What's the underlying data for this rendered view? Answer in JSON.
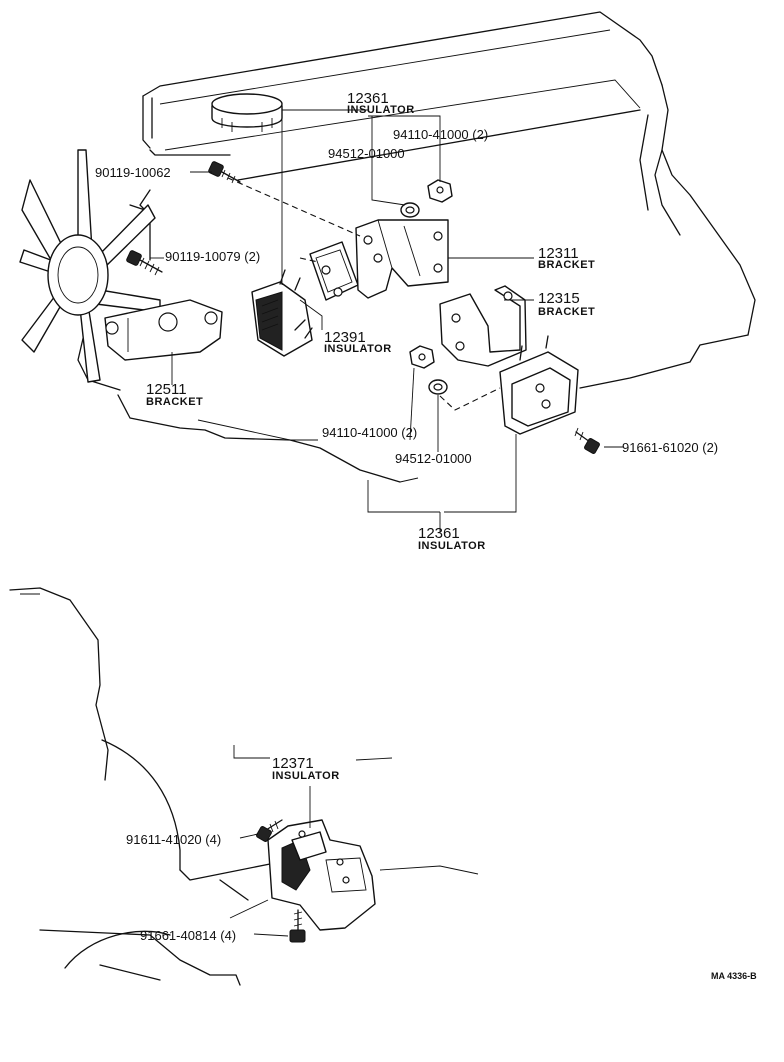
{
  "diagram_ref": "MA 4336-B",
  "labels": {
    "ins_12361_top": {
      "number": "12361",
      "name": "INSULATOR"
    },
    "nut_top": {
      "number": "94110-41000 (2)"
    },
    "washer_top": {
      "number": "94512-01000"
    },
    "bolt_90119_10062": {
      "number": "90119-10062"
    },
    "bolt_90119_10079": {
      "number": "90119-10079 (2)"
    },
    "bracket_12311": {
      "number": "12311",
      "name": "BRACKET"
    },
    "bracket_12315": {
      "number": "12315",
      "name": "BRACKET"
    },
    "ins_12391": {
      "number": "12391",
      "name": "INSULATOR"
    },
    "bracket_12511": {
      "number": "12511",
      "name": "BRACKET"
    },
    "nut_bottom": {
      "number": "94110-41000 (2)"
    },
    "washer_bottom": {
      "number": "94512-01000"
    },
    "bolt_91661_61020": {
      "number": "91661-61020 (2)"
    },
    "ins_12361_bottom": {
      "number": "12361",
      "name": "INSULATOR"
    },
    "ins_12371": {
      "number": "12371",
      "name": "INSULATOR"
    },
    "bolt_91611_41020": {
      "number": "91611-41020 (4)"
    },
    "bolt_91661_40814": {
      "number": "91661-40814 (4)"
    }
  }
}
